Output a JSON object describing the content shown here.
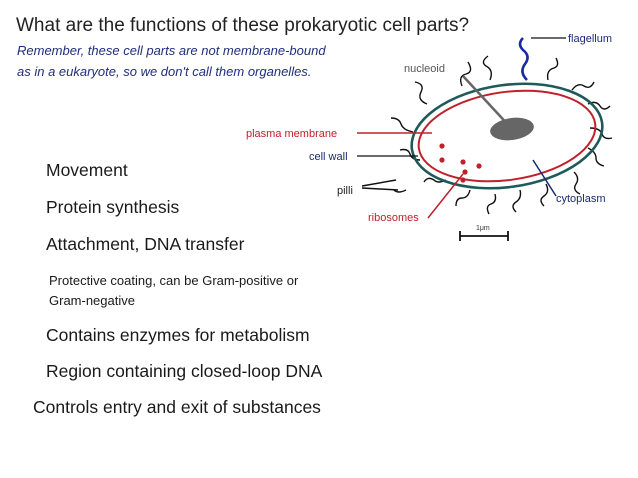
{
  "title": "What are the functions of these prokaryotic cell parts?",
  "subtitle": {
    "line1": "Remember, these cell parts are not membrane-bound",
    "line2": "as in a eukaryote, so we don't call them organelles."
  },
  "functions": {
    "movement": "Movement",
    "protein": "Protein synthesis",
    "attachment": "Attachment, DNA transfer",
    "protective1": "Protective coating, can be Gram-positive or",
    "protective2": "Gram-negative",
    "enzymes": "Contains enzymes for metabolism",
    "region": "Region containing closed-loop DNA",
    "controls": "Controls entry and exit of substances"
  },
  "diagram": {
    "flagellum": "flagellum",
    "nucleoid": "nucleoid",
    "plasma_membrane": "plasma membrane",
    "cell_wall": "cell wall",
    "pilli": "pilli",
    "ribosomes": "ribosomes",
    "cytoplasm": "cytoplasm",
    "scale": "1μm"
  },
  "colors": {
    "title": "#222222",
    "subtitle": "#1f2f7a",
    "cell_wall": "#1e5a5a",
    "plasma_membrane": "#c0202a",
    "nucleoid": "#666666",
    "flagellum": "#1a2aa0",
    "cytoplasm_line": "#1a2a70"
  }
}
